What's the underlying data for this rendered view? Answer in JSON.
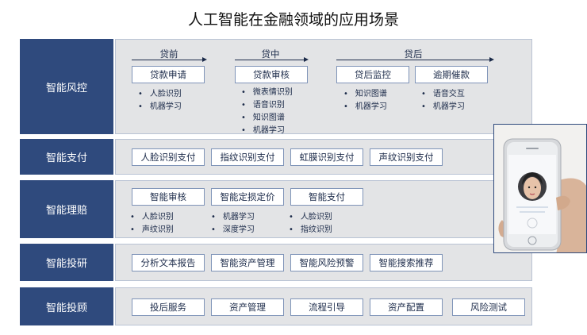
{
  "title": "人工智能在金融领域的应用场景",
  "risk": {
    "label": "智能风控",
    "stages": [
      "贷前",
      "贷中",
      "贷后"
    ],
    "boxes": [
      "贷款申请",
      "贷款审核",
      "贷后监控",
      "逾期催款"
    ],
    "apply_items": [
      "人脸识别",
      "机器学习"
    ],
    "review_items": [
      "微表情识别",
      "语音识别",
      "知识图谱",
      "机器学习"
    ],
    "monitor_items": [
      "知识图谱",
      "机器学习"
    ],
    "collect_items": [
      "语音交互",
      "机器学习"
    ]
  },
  "payment": {
    "label": "智能支付",
    "boxes": [
      "人脸识别支付",
      "指纹识别支付",
      "虹膜识别支付",
      "声纹识别支付"
    ]
  },
  "claims": {
    "label": "智能理赔",
    "boxes": [
      "智能审核",
      "智能定损定价",
      "智能支付"
    ],
    "audit_items": [
      "人脸识别",
      "声纹识别"
    ],
    "pricing_items": [
      "机器学习",
      "深度学习"
    ],
    "pay_items": [
      "人脸识别",
      "指纹识别"
    ]
  },
  "research": {
    "label": "智能投研",
    "boxes": [
      "分析文本报告",
      "智能资产管理",
      "智能风险预警",
      "智能搜索推荐"
    ]
  },
  "advisory": {
    "label": "智能投顾",
    "boxes": [
      "投后服务",
      "资产管理",
      "流程引导",
      "资产配置",
      "风险测试"
    ]
  },
  "colors": {
    "label_bg": "#2f4a7d",
    "panel_bg": "#e3e4e6",
    "box_border": "#7f94b8"
  }
}
